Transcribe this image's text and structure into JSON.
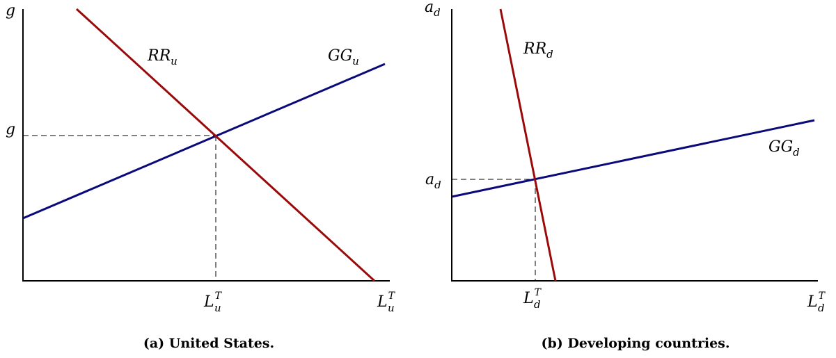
{
  "colors": {
    "rr_curve": "#9b0a0a",
    "gg_curve": "#0a0a7a",
    "axes": "#000000"
  },
  "panels": [
    {
      "id": "a",
      "caption": "(a) United States.",
      "y_axis_label": {
        "base": "g",
        "sub": ""
      },
      "y_equilibrium_label": {
        "base": "g",
        "sub": ""
      },
      "x_equilibrium_label": {
        "base": "L",
        "sup": "T",
        "sub": "u"
      },
      "x_axis_end_label": {
        "base": "L",
        "sup": "T",
        "sub": "u"
      },
      "curves": [
        {
          "name": "RR",
          "sub": "u",
          "slope": "downward"
        },
        {
          "name": "GG",
          "sub": "u",
          "slope": "upward"
        }
      ]
    },
    {
      "id": "b",
      "caption": "(b) Developing countries.",
      "y_axis_label": {
        "base": "a",
        "sub": "d"
      },
      "y_equilibrium_label": {
        "base": "a",
        "sub": "d"
      },
      "x_equilibrium_label": {
        "base": "L",
        "sup": "T",
        "sub": "d"
      },
      "x_axis_end_label": {
        "base": "L",
        "sup": "T",
        "sub": "d"
      },
      "curves": [
        {
          "name": "RR",
          "sub": "d",
          "slope": "steep downward"
        },
        {
          "name": "GG",
          "sub": "d",
          "slope": "flat upward"
        }
      ]
    }
  ]
}
